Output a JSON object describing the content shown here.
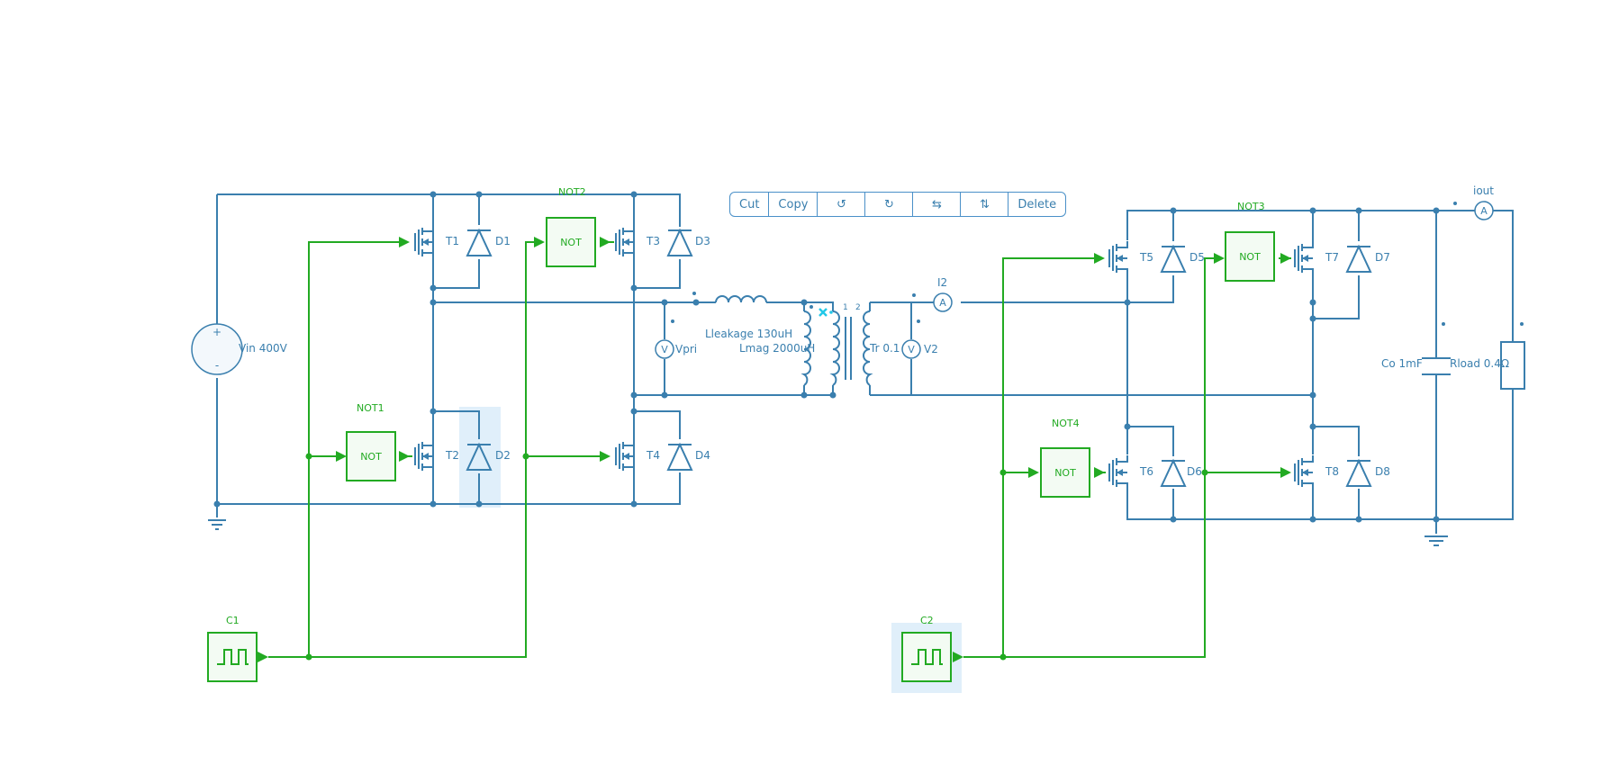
{
  "toolbar": {
    "cut": "Cut",
    "copy": "Copy",
    "rotate_ccw": "↺",
    "rotate_cw": "↻",
    "flip_h": "⇆",
    "flip_v": "⇅",
    "delete": "Delete"
  },
  "components": {
    "vin": "Vin 400V",
    "vin_plus": "+",
    "vin_minus": "-",
    "t1": "T1",
    "t2": "T2",
    "t3": "T3",
    "t4": "T4",
    "t5": "T5",
    "t6": "T6",
    "t7": "T7",
    "t8": "T8",
    "d1": "D1",
    "d2": "D2",
    "d3": "D3",
    "d4": "D4",
    "d5": "D5",
    "d6": "D6",
    "d7": "D7",
    "d8": "D8",
    "not1": "NOT1",
    "not2": "NOT2",
    "not3": "NOT3",
    "not4": "NOT4",
    "not_text": "NOT",
    "c1": "C1",
    "c2": "C2",
    "lleakage": "Lleakage 130uH",
    "lmag": "Lmag 2000uH",
    "tr": "Tr 0.1",
    "tr_pin1": "1",
    "tr_pin2": "2",
    "vpri": "Vpri",
    "v2": "V2",
    "i2": "I2",
    "iout": "iout",
    "co": "Co 1mF",
    "rload": "Rload 0.4Ω",
    "volt_sym": "V",
    "amp_sym": "A"
  },
  "colors": {
    "wire": "#3a7fae",
    "signal": "#22aa22",
    "selection": "#d6eaf8"
  }
}
